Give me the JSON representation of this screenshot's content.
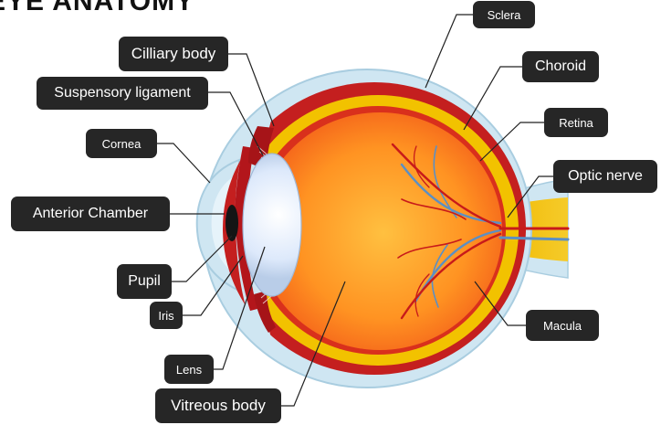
{
  "diagram": {
    "title": "EYE ANATOMY",
    "labels": {
      "sclera": "Sclera",
      "choroid": "Choroid",
      "retina": "Retina",
      "optic_nerve": "Optic nerve",
      "macula": "Macula",
      "cilliary_body": "Cilliary body",
      "suspensory_ligament": "Suspensory ligament",
      "cornea": "Cornea",
      "anterior_chamber": "Anterior Chamber",
      "pupil": "Pupil",
      "iris": "Iris",
      "lens": "Lens",
      "vitreous_body": "Vitreous body"
    },
    "colors": {
      "label_bg": "#262626",
      "label_text": "#ffffff",
      "sclera_outer": "#cfe6f2",
      "choroid": "#c41f1f",
      "retina": "#f2c200",
      "vitreous_center": "#ffb02e",
      "vitreous_edge": "#ef4a16",
      "lens": "#eaf2ff",
      "pupil": "#151515",
      "vessel_red": "#c81a1a",
      "vessel_blue": "#5b8fc4",
      "leader_line": "#222222"
    }
  }
}
